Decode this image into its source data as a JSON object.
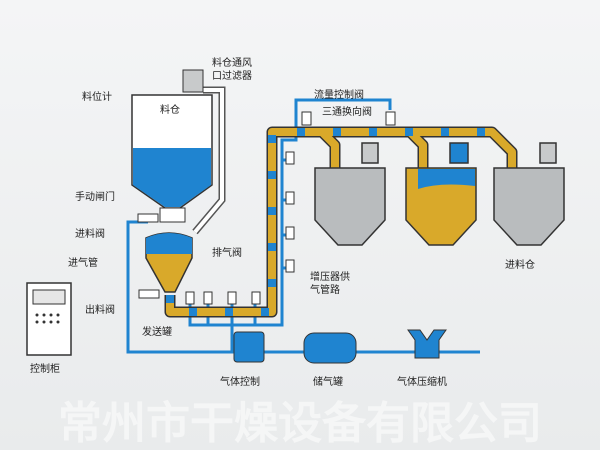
{
  "labels": {
    "vent_filter_1": "料仓通风",
    "vent_filter_2": "口过滤器",
    "level_gauge": "料位计",
    "silo": "料仓",
    "manual_gate": "手动闸门",
    "inlet_valve": "进料阀",
    "exhaust_valve": "排气阀",
    "air_inlet_pipe": "进气管",
    "outlet_valve": "出料阀",
    "send_tank": "发送罐",
    "flow_control_valve": "流量控制阀",
    "three_way_valve": "三通换向阀",
    "booster_line_1": "增压器供",
    "booster_line_2": "气管路",
    "receiving_silo": "进料仓",
    "control_cabinet": "控制柜",
    "gas_control": "气体控制",
    "air_tank": "储气罐",
    "compressor": "气体压缩机"
  },
  "watermark": "常州市干燥设备有限公司",
  "colors": {
    "material": "#d9a92a",
    "air": "#1f84d0",
    "silo_gray": "#b9bcbe",
    "outline": "#333333"
  }
}
